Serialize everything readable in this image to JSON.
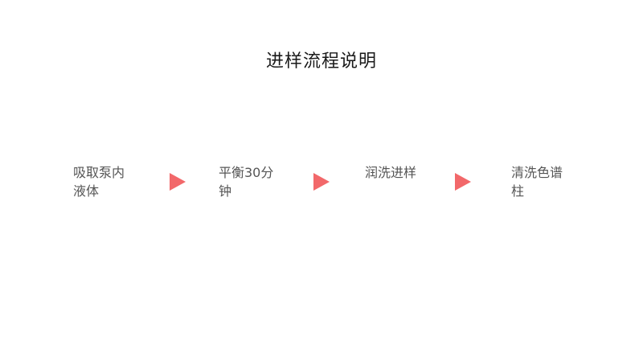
{
  "title": "进样流程说明",
  "accent_color": "#F2686A",
  "steps": [
    {
      "label": "吸取泵内液体"
    },
    {
      "label": "平衡30分钟"
    },
    {
      "label": "润洗进样"
    },
    {
      "label": "清洗色谱柱"
    }
  ],
  "arrow_icon": "triangle-right-icon"
}
